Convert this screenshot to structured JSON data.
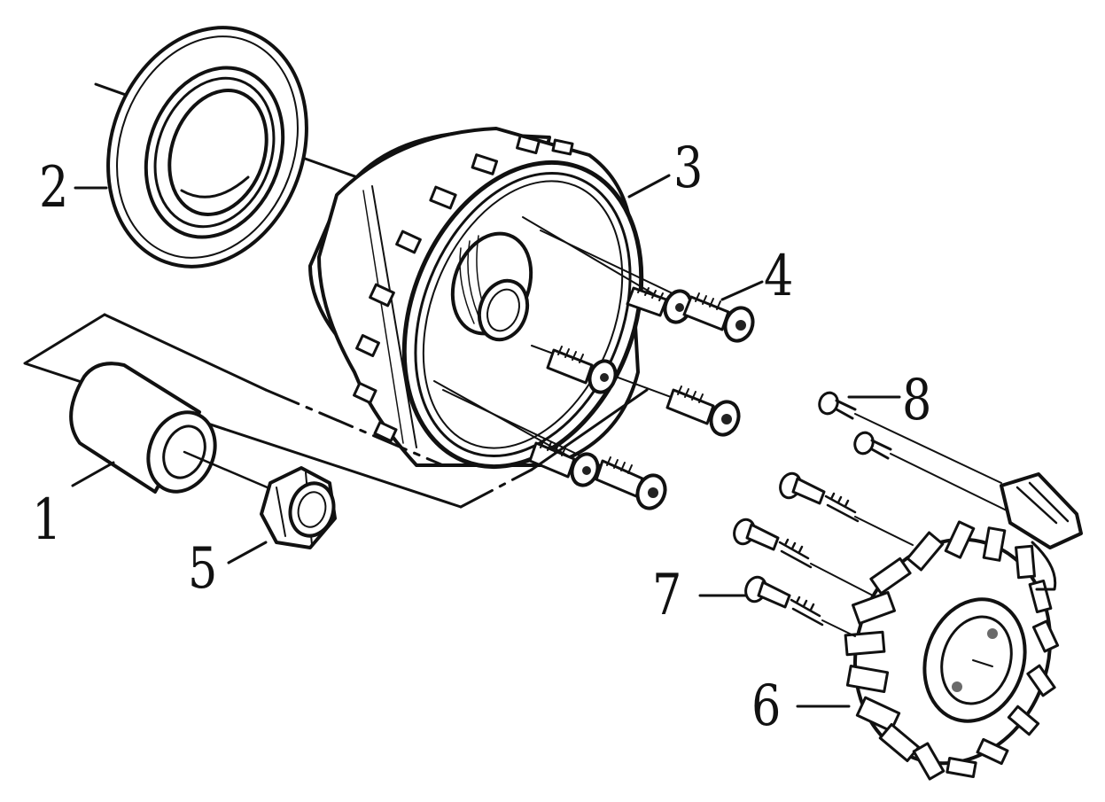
{
  "diagram": {
    "callouts": [
      {
        "id": "1",
        "label": "1"
      },
      {
        "id": "2",
        "label": "2"
      },
      {
        "id": "3",
        "label": "3"
      },
      {
        "id": "4",
        "label": "4"
      },
      {
        "id": "5",
        "label": "5"
      },
      {
        "id": "6",
        "label": "6"
      },
      {
        "id": "7",
        "label": "7"
      },
      {
        "id": "8",
        "label": "8"
      }
    ],
    "colors": {
      "ink": "#111111",
      "background": "#ffffff"
    }
  }
}
